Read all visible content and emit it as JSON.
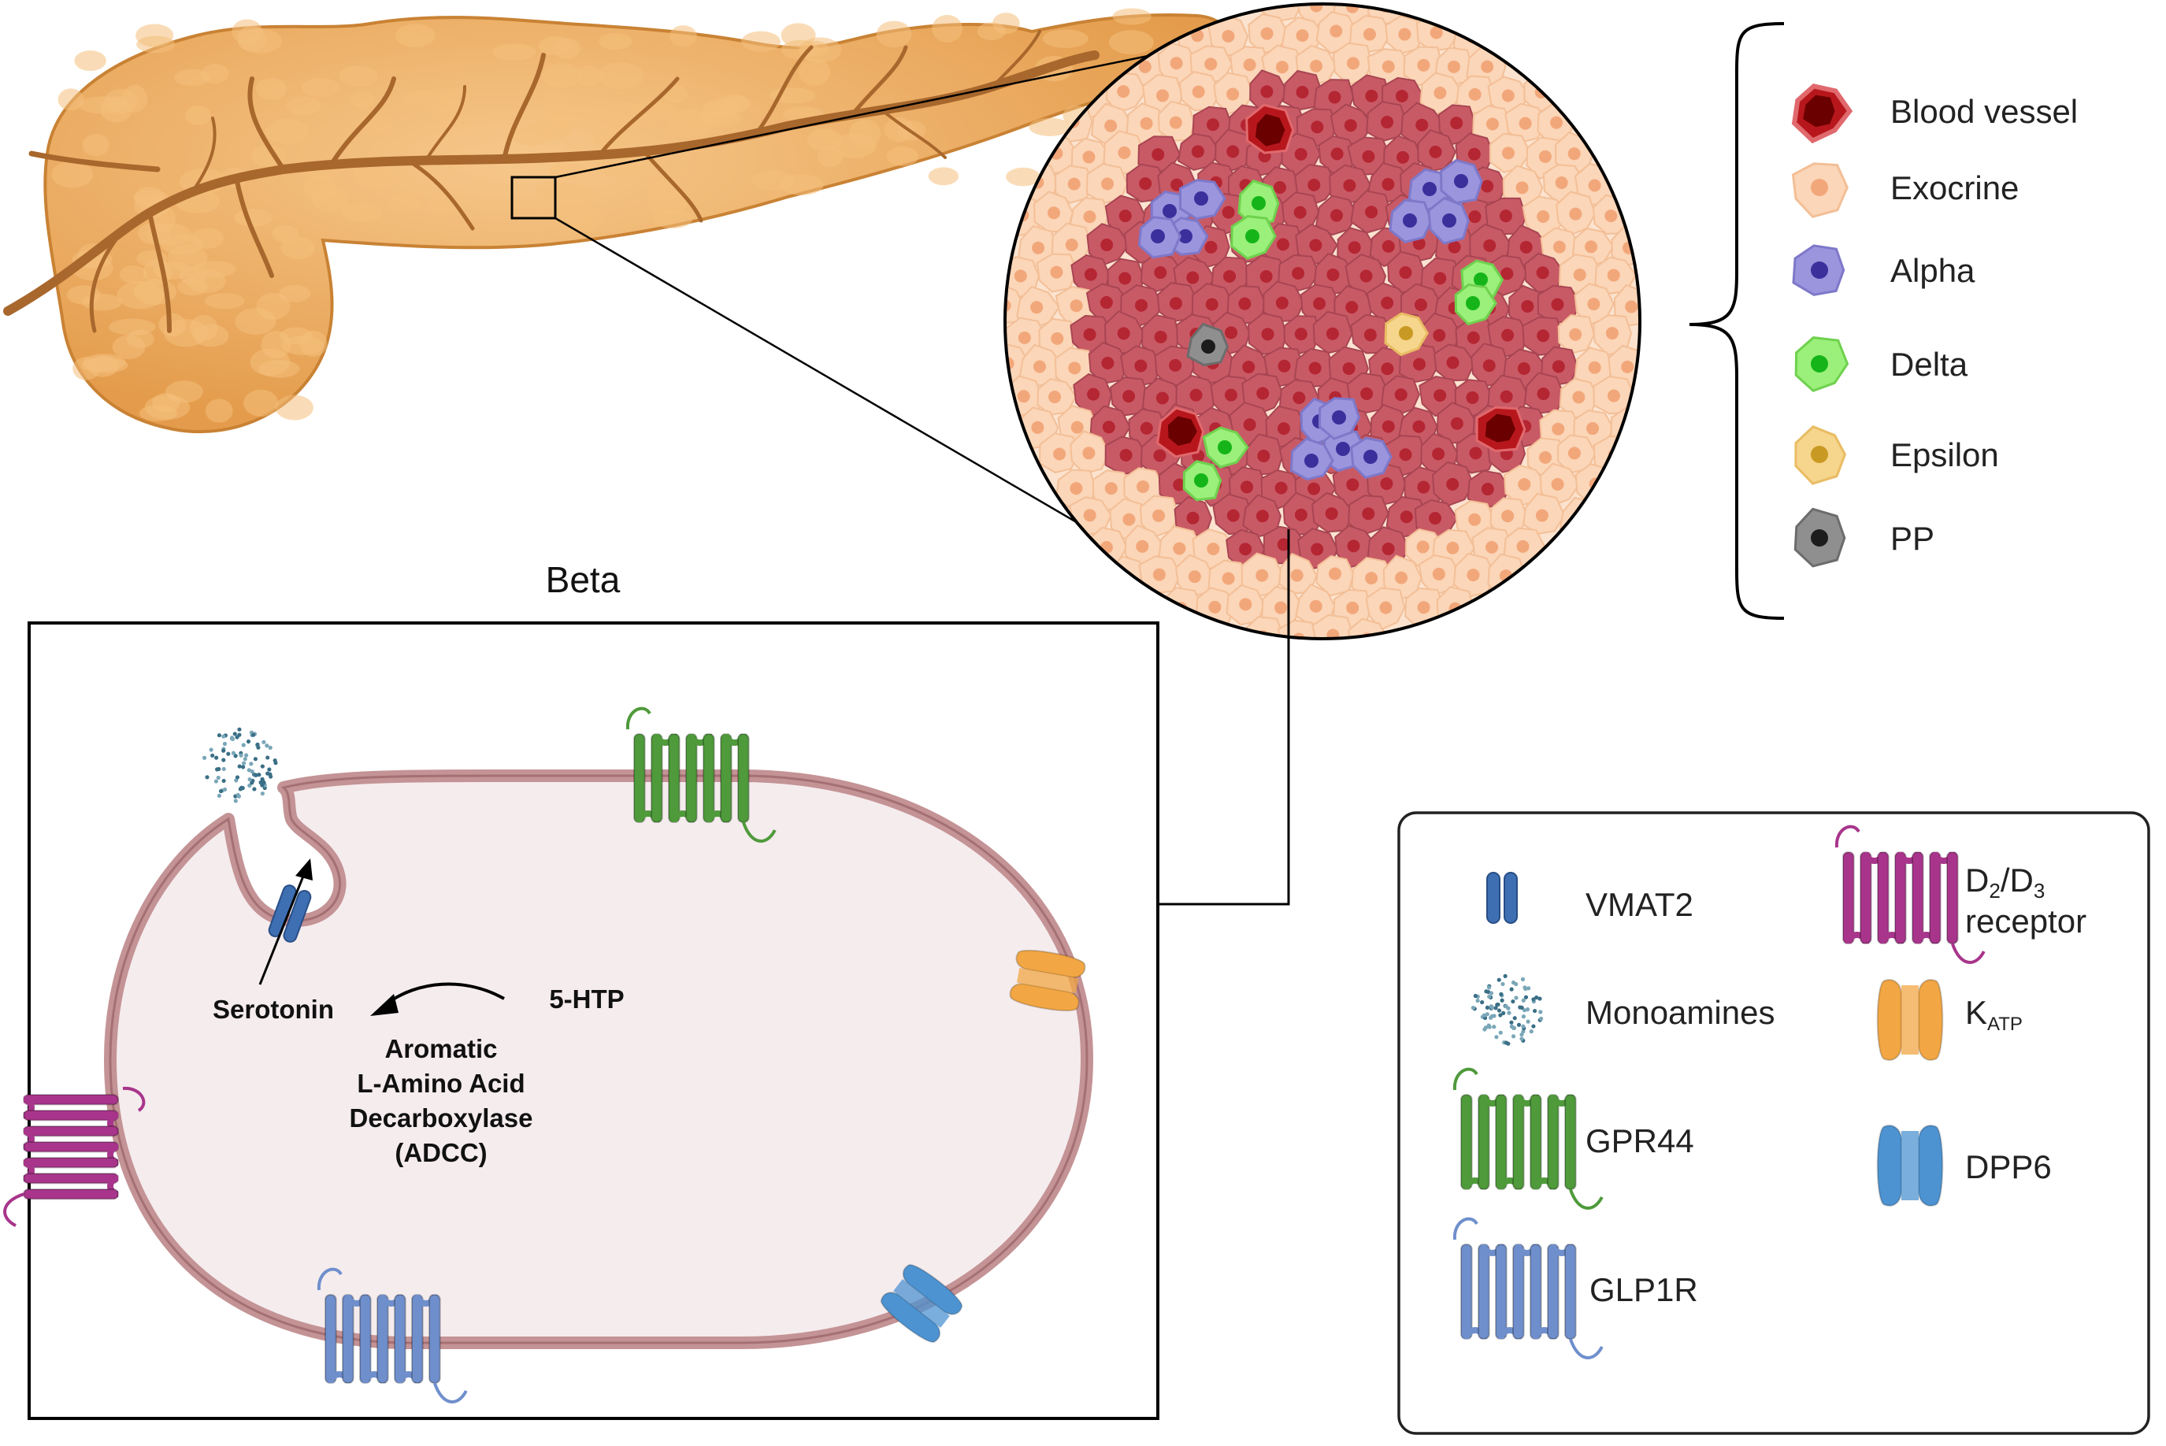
{
  "beta_title": "Beta",
  "cell_labels": {
    "serotonin": "Serotonin",
    "five_htp": "5-HTP",
    "enzyme_lines": [
      "Aromatic",
      "L-Amino Acid",
      "Decarboxylase",
      "(ADCC)"
    ]
  },
  "islet_legend": [
    {
      "id": "blood-vessel",
      "label": "Blood vessel",
      "fill": "#b7171c",
      "stroke": "#e0696d",
      "nucleus": "#6b0000"
    },
    {
      "id": "exocrine",
      "label": "Exocrine",
      "fill": "#fbd6b8",
      "stroke": "#f3bf97",
      "nucleus": "#f2a77a"
    },
    {
      "id": "alpha",
      "label": "Alpha",
      "fill": "#9a95dd",
      "stroke": "#7e78c9",
      "nucleus": "#3b2f9c"
    },
    {
      "id": "delta",
      "label": "Delta",
      "fill": "#9af07a",
      "stroke": "#6fd14e",
      "nucleus": "#15b51a"
    },
    {
      "id": "epsilon",
      "label": "Epsilon",
      "fill": "#f6d58c",
      "stroke": "#e9bc63",
      "nucleus": "#c99a23"
    },
    {
      "id": "pp",
      "label": "PP",
      "fill": "#8f8f8f",
      "stroke": "#6c6c6c",
      "nucleus": "#1c1c1c"
    }
  ],
  "receptor_legend": {
    "vmat2": "VMAT2",
    "monoamines": "Monoamines",
    "gpr44": "GPR44",
    "glp1r": "GLP1R",
    "d2d3_line1_a": "D",
    "d2d3_sub1": "2",
    "d2d3_slash": "/D",
    "d2d3_sub2": "3",
    "d2d3_line2": "receptor",
    "katp_k": "K",
    "katp_sub": "ATP",
    "dpp6": "DPP6"
  },
  "colors": {
    "pancreas": "#e9a85a",
    "pancreas_dark": "#c98234",
    "duct": "#a8672c",
    "beta_cell_fill": "#c85a66",
    "beta_cell_nucleus": "#b42632",
    "membrane": "#c49395",
    "cytoplasm": "#f5ecee",
    "gpr44": "#4f9a3b",
    "glp1r": "#6f8fcc",
    "d2d3": "#a8358b",
    "katp": "#f2a744",
    "vmat2": "#3e6fb2",
    "dpp6": "#4d93d1",
    "monoamine": "#3a6f86"
  }
}
